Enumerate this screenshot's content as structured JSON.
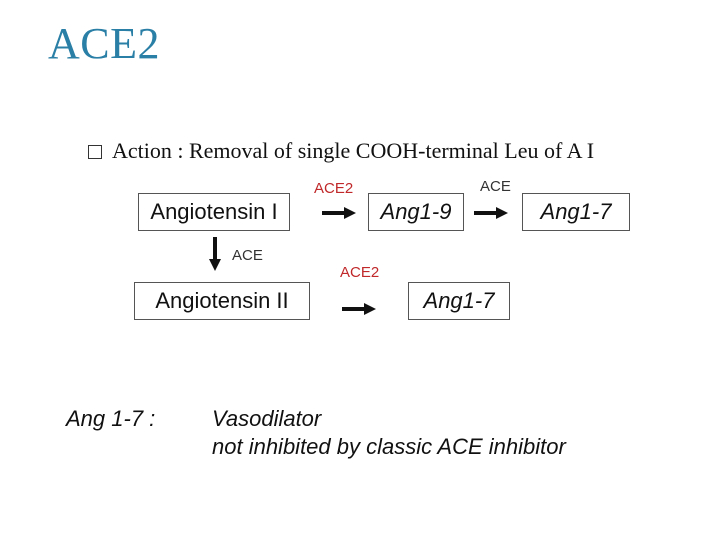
{
  "title": "ACE2",
  "bullet": {
    "text": "Action : Removal of single COOH-terminal Leu of A I"
  },
  "pathway": {
    "angiotensin_i": "Angiotensin I",
    "ang1_9": "Ang1-9",
    "ang1_7_top": "Ang1-7",
    "angiotensin_ii": "Angiotensin II",
    "ang1_7_bottom": "Ang1-7",
    "enzyme_ace2_top": "ACE2",
    "enzyme_ace_top": "ACE",
    "enzyme_ace_vertical": "ACE",
    "enzyme_ace2_bottom": "ACE2"
  },
  "note": {
    "label": "Ang 1-7 :",
    "line1": "Vasodilator",
    "line2": "not inhibited by classic ACE inhibitor"
  },
  "colors": {
    "title": "#2a7fa6",
    "enzyme_ace2": "#c0282a",
    "enzyme_ace": "#333333",
    "arrow": "#111111"
  }
}
